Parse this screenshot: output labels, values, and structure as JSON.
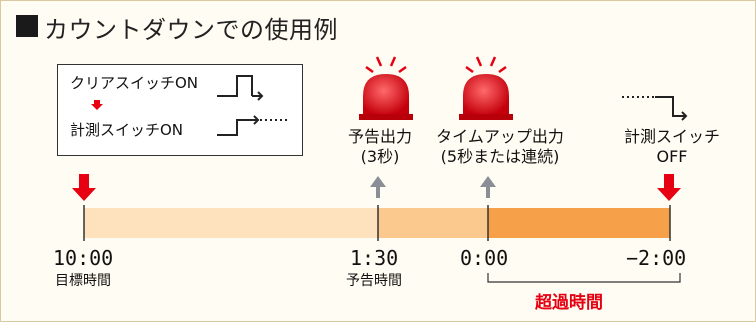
{
  "title": "カウントダウンでの使用例",
  "legend": {
    "clear_switch": "クリアスイッチON",
    "measure_switch": "計測スイッチON"
  },
  "events": {
    "warning_output": [
      "予告出力",
      "(3秒)"
    ],
    "timeup_output": [
      "タイムアップ出力",
      "(5秒または連続)"
    ],
    "measure_off": [
      "計測スイッチ",
      "OFF"
    ]
  },
  "timeline": {
    "points": [
      {
        "time": "10:00",
        "label": "目標時間"
      },
      {
        "time": "1:30",
        "label": "予告時間"
      },
      {
        "time": "0:00",
        "label": ""
      },
      {
        "time": "−2:00",
        "label": ""
      }
    ],
    "overtime_label": "超過時間"
  },
  "colors": {
    "bar_light": "#fde2bd",
    "bar_mid": "#fbc98e",
    "bar_dark": "#f7a04a",
    "red": "#e60012",
    "gray_arrow": "#8a8f96"
  }
}
